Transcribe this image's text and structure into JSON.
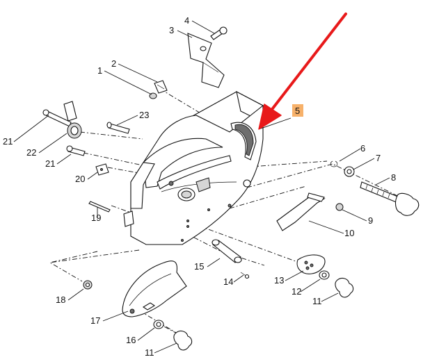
{
  "callouts": [
    {
      "id": "c1",
      "text": "1"
    },
    {
      "id": "c2",
      "text": "2"
    },
    {
      "id": "c3",
      "text": "3"
    },
    {
      "id": "c4",
      "text": "4"
    },
    {
      "id": "c5",
      "text": "5"
    },
    {
      "id": "c6",
      "text": "6"
    },
    {
      "id": "c7",
      "text": "7"
    },
    {
      "id": "c8",
      "text": "8"
    },
    {
      "id": "c9",
      "text": "9"
    },
    {
      "id": "c10",
      "text": "10"
    },
    {
      "id": "c11a",
      "text": "11"
    },
    {
      "id": "c11b",
      "text": "11"
    },
    {
      "id": "c12",
      "text": "12"
    },
    {
      "id": "c13",
      "text": "13"
    },
    {
      "id": "c14",
      "text": "14"
    },
    {
      "id": "c15",
      "text": "15"
    },
    {
      "id": "c16",
      "text": "16"
    },
    {
      "id": "c17",
      "text": "17"
    },
    {
      "id": "c18",
      "text": "18"
    },
    {
      "id": "c19",
      "text": "19"
    },
    {
      "id": "c20",
      "text": "20"
    },
    {
      "id": "c21a",
      "text": "21"
    },
    {
      "id": "c21b",
      "text": "21"
    },
    {
      "id": "c22",
      "text": "22"
    },
    {
      "id": "c23",
      "text": "23"
    }
  ],
  "highlight": {
    "callout": "5",
    "color": "#f7b16a"
  },
  "arrow_color": "#e8191a"
}
